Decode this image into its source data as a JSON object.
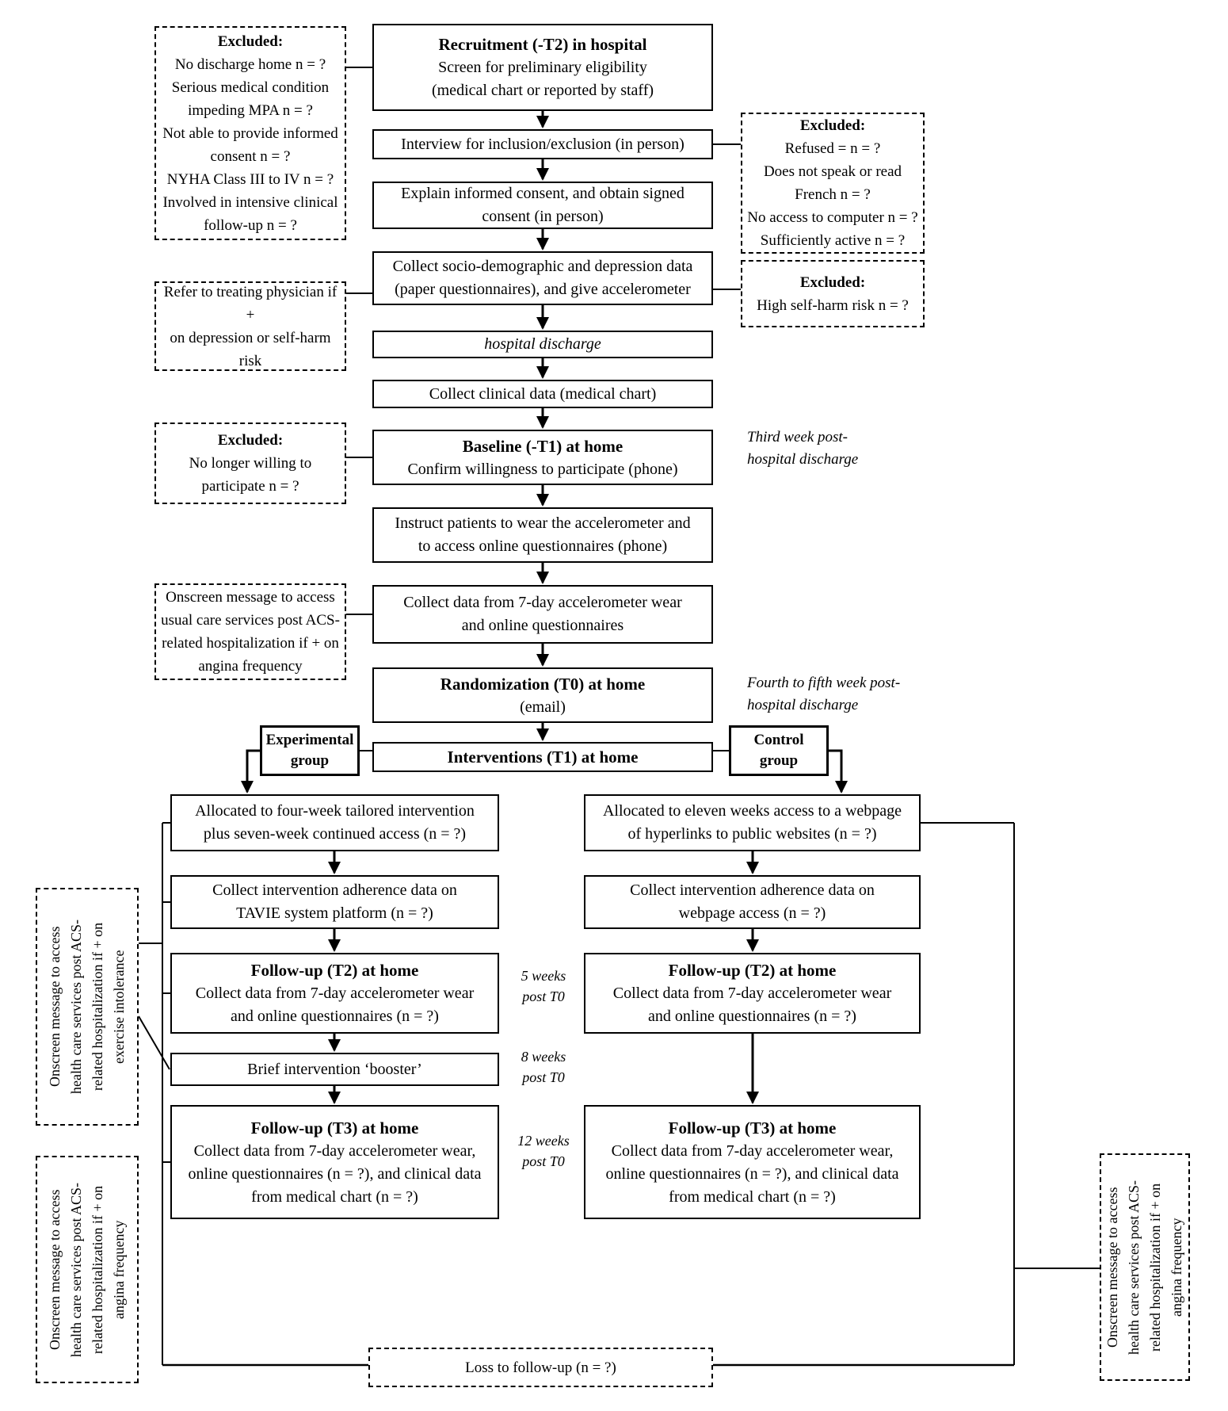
{
  "colors": {
    "line": "#000000",
    "background": "#ffffff",
    "text": "#000000"
  },
  "main_flow": {
    "recruitment": {
      "title": "Recruitment (-T2) in hospital",
      "body": "Screen for preliminary eligibility\n(medical chart or reported by staff)"
    },
    "interview": {
      "body": "Interview for inclusion/exclusion (in person)"
    },
    "consent": {
      "body": "Explain informed consent, and obtain signed\nconsent (in person)"
    },
    "socio_demographic": {
      "body": "Collect socio-demographic and depression data\n(paper questionnaires), and give accelerometer"
    },
    "hospital_discharge": {
      "body": "hospital discharge"
    },
    "clinical_data": {
      "body": "Collect clinical data (medical chart)"
    },
    "baseline": {
      "title": "Baseline (-T1) at home",
      "body": "Confirm willingness to participate (phone)"
    },
    "instruct": {
      "body": "Instruct patients to wear the accelerometer and\nto access online questionnaires (phone)"
    },
    "collect_7day": {
      "body": "Collect data from 7-day accelerometer wear\nand online questionnaires"
    },
    "randomization": {
      "title": "Randomization (T0) at home",
      "body": "(email)"
    },
    "interventions": {
      "title": "Interventions (T1) at home"
    }
  },
  "left_notes": {
    "excluded_recruitment": {
      "title": "Excluded:",
      "body": "No discharge home n = ?\nSerious medical condition\nimpeding MPA n = ?\nNot able to provide informed\nconsent n = ?\nNYHA Class III to IV n = ?\nInvolved in intensive clinical\nfollow-up n = ?"
    },
    "refer_physician": {
      "body": "Refer to treating physician if +\non depression or self-harm\nrisk"
    },
    "excluded_baseline": {
      "title": "Excluded:",
      "body": "No longer willing to\nparticipate n = ?"
    },
    "onscreen_usual_care": {
      "body": "Onscreen message to access\nusual care services post ACS-\nrelated hospitalization if + on\nangina frequency"
    }
  },
  "right_notes": {
    "excluded_interview": {
      "title": "Excluded:",
      "body": "Refused =  n = ?\nDoes not speak or read\nFrench n = ?\nNo access to computer n = ?\nSufficiently active n = ?"
    },
    "excluded_self_harm": {
      "title": "Excluded:",
      "body": "High self-harm risk n = ?"
    },
    "third_week": "Third week post-\nhospital discharge",
    "fourth_fifth_week": "Fourth to fifth week post-\nhospital discharge"
  },
  "groups": {
    "experimental": "Experimental\ngroup",
    "control": "Control\ngroup"
  },
  "experimental_arm": {
    "allocated": {
      "body": "Allocated to four-week tailored intervention\nplus seven-week continued access (n = ?)"
    },
    "adherence": {
      "body": "Collect intervention adherence data on\nTAVIE system platform (n = ?)"
    },
    "followup_t2": {
      "title": "Follow-up (T2) at home",
      "body": "Collect data from 7-day accelerometer wear\nand online questionnaires (n = ?)"
    },
    "booster": {
      "body": "Brief intervention ‘booster’"
    },
    "followup_t3": {
      "title": "Follow-up (T3) at home",
      "body": "Collect data from 7-day accelerometer wear,\nonline questionnaires (n = ?), and clinical data\nfrom medical chart (n = ?)"
    }
  },
  "control_arm": {
    "allocated": {
      "body": "Allocated to eleven weeks access to a webpage\nof  hyperlinks to public websites (n = ?)"
    },
    "adherence": {
      "body": "Collect intervention adherence data on\nwebpage access (n = ?)"
    },
    "followup_t2": {
      "title": "Follow-up (T2) at home",
      "body": "Collect data from 7-day accelerometer wear\nand online questionnaires (n = ?)"
    },
    "followup_t3": {
      "title": "Follow-up (T3) at home",
      "body": "Collect data from 7-day accelerometer wear,\nonline questionnaires (n = ?), and clinical data\nfrom medical chart (n = ?)"
    }
  },
  "timeline": {
    "week5": "5 weeks\npost T0",
    "week8": "8  weeks\npost T0",
    "week12": "12 weeks\npost T0"
  },
  "vertical_notes": {
    "exercise_intolerance": "Onscreen message to access\nhealth care services post ACS-\nrelated hospitalization if + on\nexercise intolerance",
    "angina_left": "Onscreen message to access\nhealth care services post ACS-\nrelated hospitalization if + on\nangina frequency",
    "angina_right": "Onscreen message to access\nhealth care services post ACS-\nrelated hospitalization if + on\nangina frequency"
  },
  "loss_followup": {
    "body": "Loss to follow-up (n = ?)"
  }
}
